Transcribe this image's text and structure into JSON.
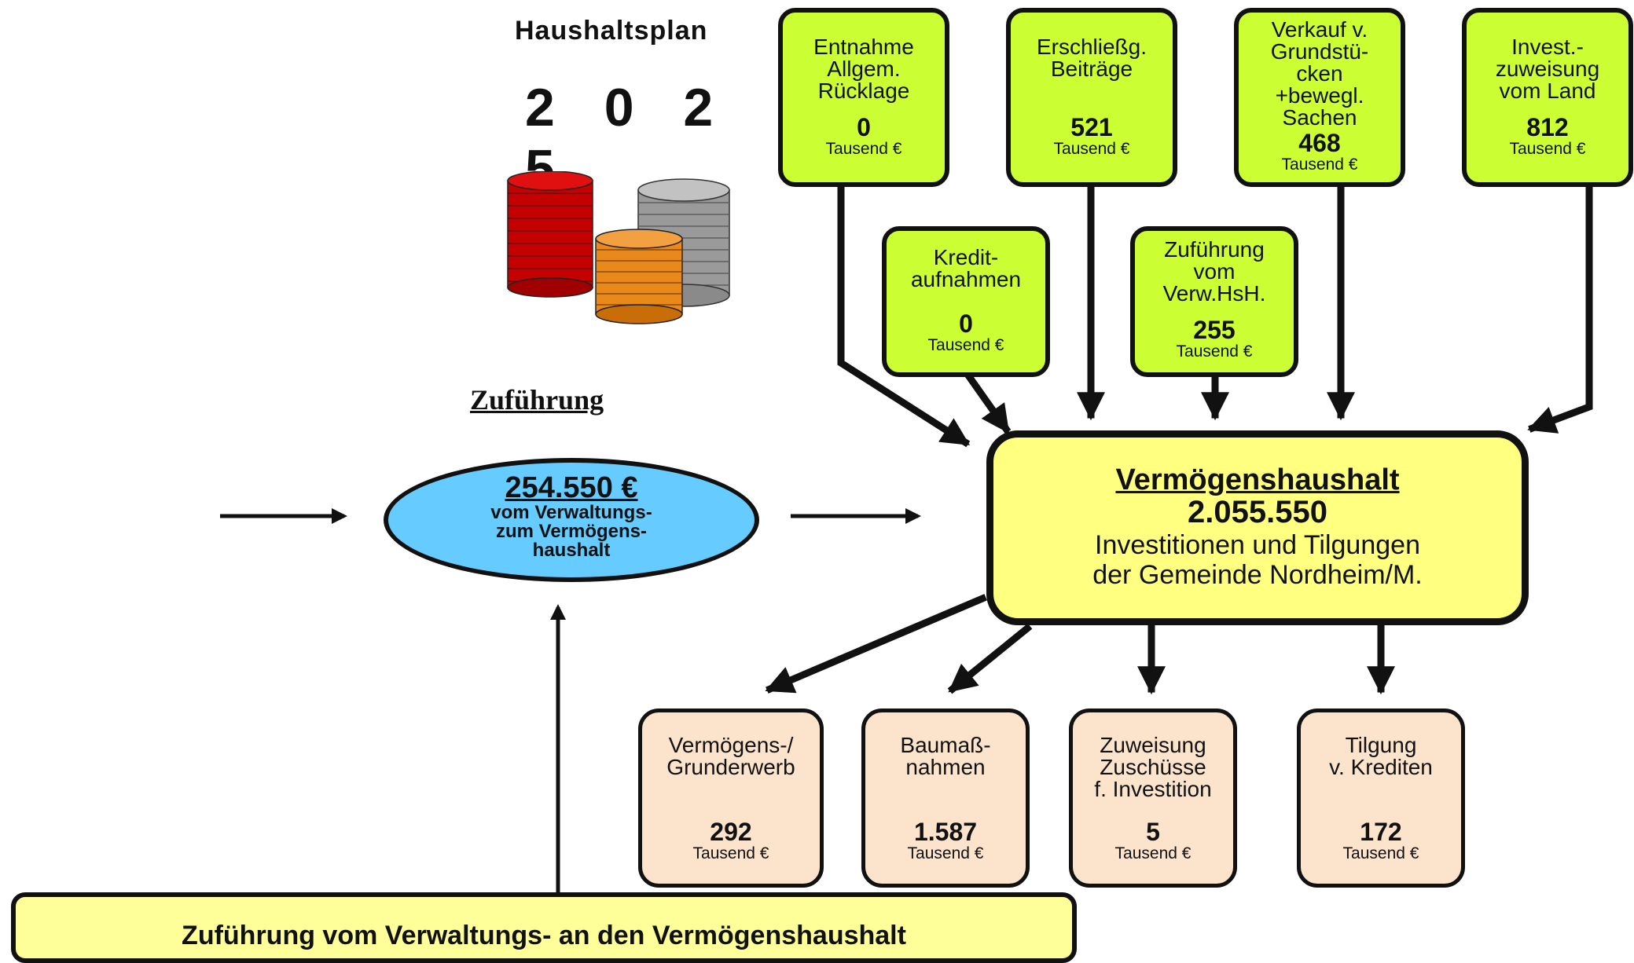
{
  "header": {
    "title": "Haushaltsplan",
    "year": "2 0 2 5"
  },
  "sources": [
    {
      "label": "Entnahme\nAllgem.\nRücklage",
      "value": "0",
      "unit": "Tausend €"
    },
    {
      "label": "Erschließg.\nBeiträge",
      "value": "521",
      "unit": "Tausend €"
    },
    {
      "label": "Verkauf v.\nGrundstü-\ncken\n+bewegl.\nSachen",
      "value": "468",
      "unit": "Tausend €"
    },
    {
      "label": "Invest.-\nzuweisung\nvom Land",
      "value": "812",
      "unit": "Tausend €"
    },
    {
      "label": "Kredit-\naufnahmen",
      "value": "0",
      "unit": "Tausend €"
    },
    {
      "label": "Zuführung\nvom\nVerw.HsH.",
      "value": "255",
      "unit": "Tausend €"
    }
  ],
  "main": {
    "title": "Vermögenshaushalt",
    "value": "2.055.550",
    "description": "Investitionen und Tilgungen\nder Gemeinde Nordheim/M."
  },
  "transfer": {
    "heading": "Zuführung",
    "value": "254.550 €",
    "description": "vom Verwaltungs-\nzum Vermögens-\nhaushalt"
  },
  "uses": [
    {
      "label": "Vermögens-/\nGrunderwerb",
      "value": "292",
      "unit": "Tausend €"
    },
    {
      "label": "Baumaß-\nnahmen",
      "value": "1.587",
      "unit": "Tausend €"
    },
    {
      "label": "Zuweisung\nZuschüsse\nf. Investition",
      "value": "5",
      "unit": "Tausend €"
    },
    {
      "label": "Tilgung\nv. Krediten",
      "value": "172",
      "unit": "Tausend €"
    }
  ],
  "footer": {
    "text": "Zuführung vom Verwaltungs- an den Vermögenshaushalt"
  },
  "colors": {
    "source_box": "#ccff33",
    "use_box": "#fbe3cc",
    "main_box": "#ffff80",
    "ellipse": "#66ccff",
    "footer": "#ffff99",
    "coin_red": "#cc0000",
    "coin_orange": "#e8891a",
    "coin_gray": "#999999"
  },
  "icons": {
    "illustration": "coin-stacks-icon"
  }
}
